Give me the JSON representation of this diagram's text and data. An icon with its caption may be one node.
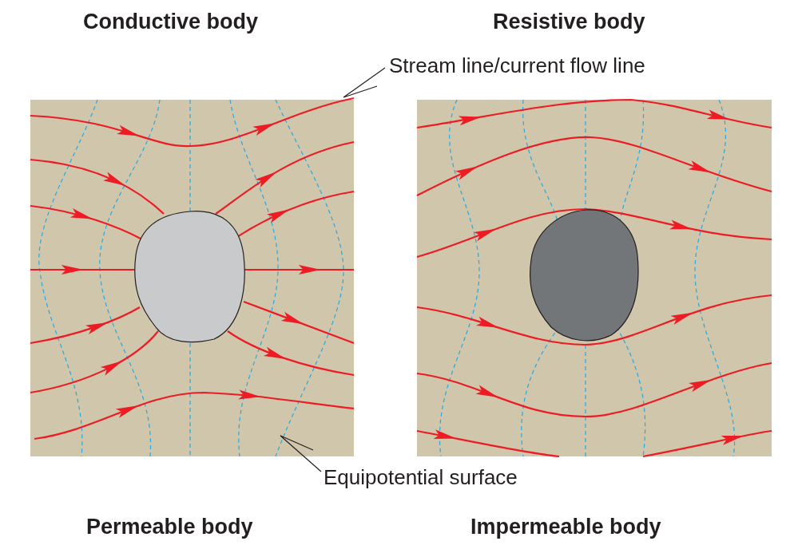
{
  "diagram": {
    "nodes": [
      {
        "text": [
          "Stream line/current flow line"
        ]
      },
      {
        "text": [],
        "shape": "ellipse"
      },
      {
        "text": [],
        "shape": "ellipse"
      },
      {
        "text": [
          "Equipotential surface"
        ]
      }
    ],
    "edges": [
      {
        "from": 0,
        "to": null,
        "arrow": "none"
      },
      {
        "from": 3,
        "to": null,
        "arrow": "none"
      }
    ],
    "labels": [
      "Conductive body",
      "Resistive body",
      "Permeable body",
      "Impermeable body"
    ]
  }
}
